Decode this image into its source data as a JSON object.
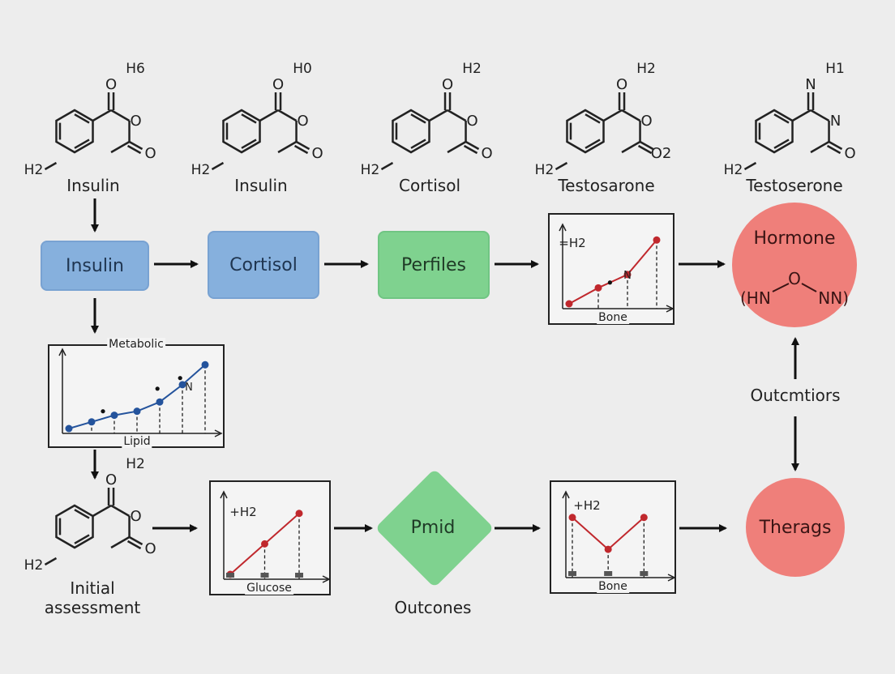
{
  "molecules": [
    {
      "label": "Insulin",
      "top_group": "H6",
      "ring_atom": "O",
      "side_atom": "O",
      "base_group": "H2"
    },
    {
      "label": "Insulin",
      "top_group": "H0",
      "ring_atom": "O",
      "side_atom": "O",
      "base_group": "H2"
    },
    {
      "label": "Cortisol",
      "top_group": "H2",
      "ring_atom": "O",
      "side_atom": "O",
      "base_group": "H2"
    },
    {
      "label": "Testosarone",
      "top_group": "H2",
      "ring_atom": "O",
      "side_atom": "O2",
      "base_group": "H2"
    },
    {
      "label": "Testoserone",
      "top_group": "H1",
      "ring_atom": "N",
      "side_atom": "O",
      "base_group": "H2"
    }
  ],
  "row1": {
    "insulin_box": "Insulin",
    "cortisol_box": "Cortisol",
    "perfiles_box": "Perfiles"
  },
  "hormone_circle": {
    "label": "Hormone",
    "top_atom": "O",
    "left_group": "(HN",
    "right_group": "NN)"
  },
  "outcomes_label": "Outcmtiors",
  "therags_circle": "Therags",
  "bottom_molecule": {
    "label": "Initial\nassessment",
    "top_group": "H2",
    "ring_atom": "O",
    "side_atom": "O",
    "base_group": "H2"
  },
  "pmid_diamond": "Pmid",
  "outcones_label": "Outcones",
  "charts": {
    "bone_top": {
      "type": "line",
      "annotation": "=H2",
      "point_marker": "N",
      "xlabel": "Bone",
      "points": [
        [
          0,
          0
        ],
        [
          1,
          1.2
        ],
        [
          2,
          2.2
        ],
        [
          3,
          4.8
        ]
      ],
      "extra_dots": [
        [
          1.4,
          1.6
        ]
      ],
      "color": "#c0282d"
    },
    "metabolic": {
      "type": "line",
      "title": "Metabolic",
      "point_marker": "N",
      "xlabel": "Lipid",
      "points": [
        [
          0,
          0
        ],
        [
          1,
          0.5
        ],
        [
          2,
          1.0
        ],
        [
          3,
          1.3
        ],
        [
          4,
          2.0
        ],
        [
          5,
          3.3
        ],
        [
          6,
          4.8
        ]
      ],
      "extra_dots": [
        [
          1.5,
          1.3
        ],
        [
          3.9,
          3.0
        ],
        [
          4.9,
          3.8
        ]
      ],
      "color": "#24539c"
    },
    "glucose": {
      "type": "line",
      "annotation": "+H2",
      "xlabel": "Glucose",
      "points": [
        [
          0,
          0
        ],
        [
          1,
          1.4
        ],
        [
          2,
          2.8
        ]
      ],
      "color": "#c0282d"
    },
    "bone_bottom": {
      "type": "line",
      "annotation": "+H2",
      "xlabel": "Bone",
      "points": [
        [
          0,
          2.6
        ],
        [
          1,
          1.1
        ],
        [
          2,
          2.6
        ]
      ],
      "color": "#c0282d"
    }
  },
  "colors": {
    "blue_box": "#86b0dd",
    "green_box": "#7fd28f",
    "red_circle": "#ef7f7a",
    "arrow": "#111111"
  }
}
